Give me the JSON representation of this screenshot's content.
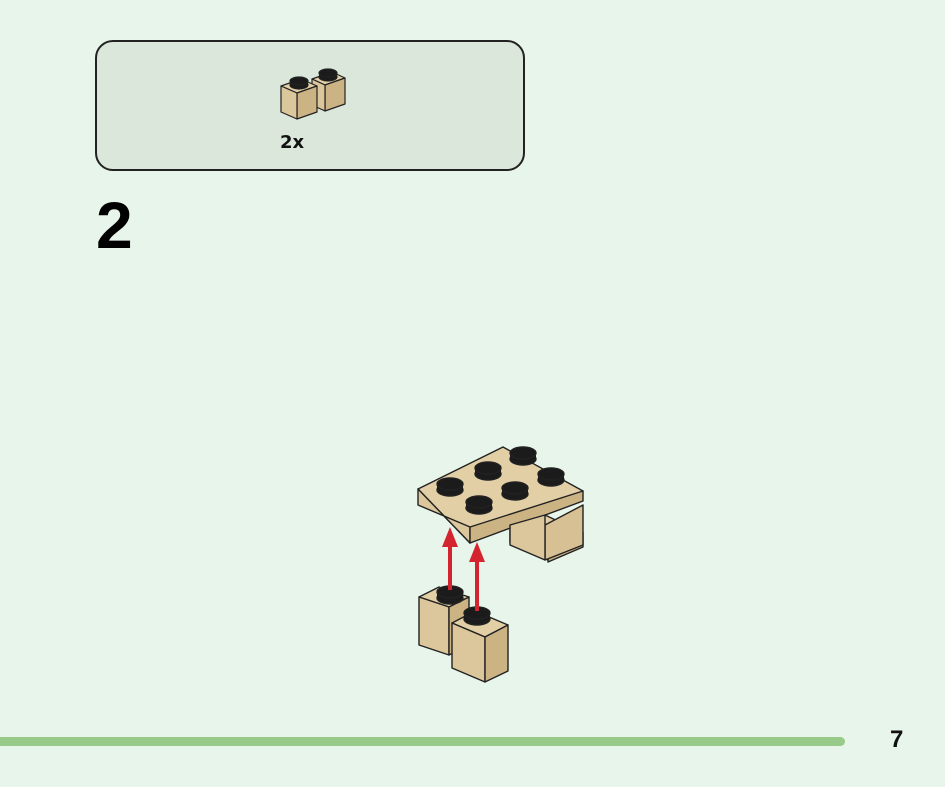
{
  "parts_callout": {
    "items": [
      {
        "icon": "tan-1x1-brick-pair-icon",
        "quantity": "2x"
      }
    ]
  },
  "step": {
    "number": "2"
  },
  "illustration": {
    "icon": "brick-assembly-icon",
    "colors": {
      "brick": "#dcc69b",
      "brick_side": "#cbb384",
      "stud_top": "#1b1b1b",
      "arrow": "#d4242f",
      "outline": "#222222"
    }
  },
  "footer": {
    "page_number": "7",
    "progress_color": "#98ca8a"
  }
}
